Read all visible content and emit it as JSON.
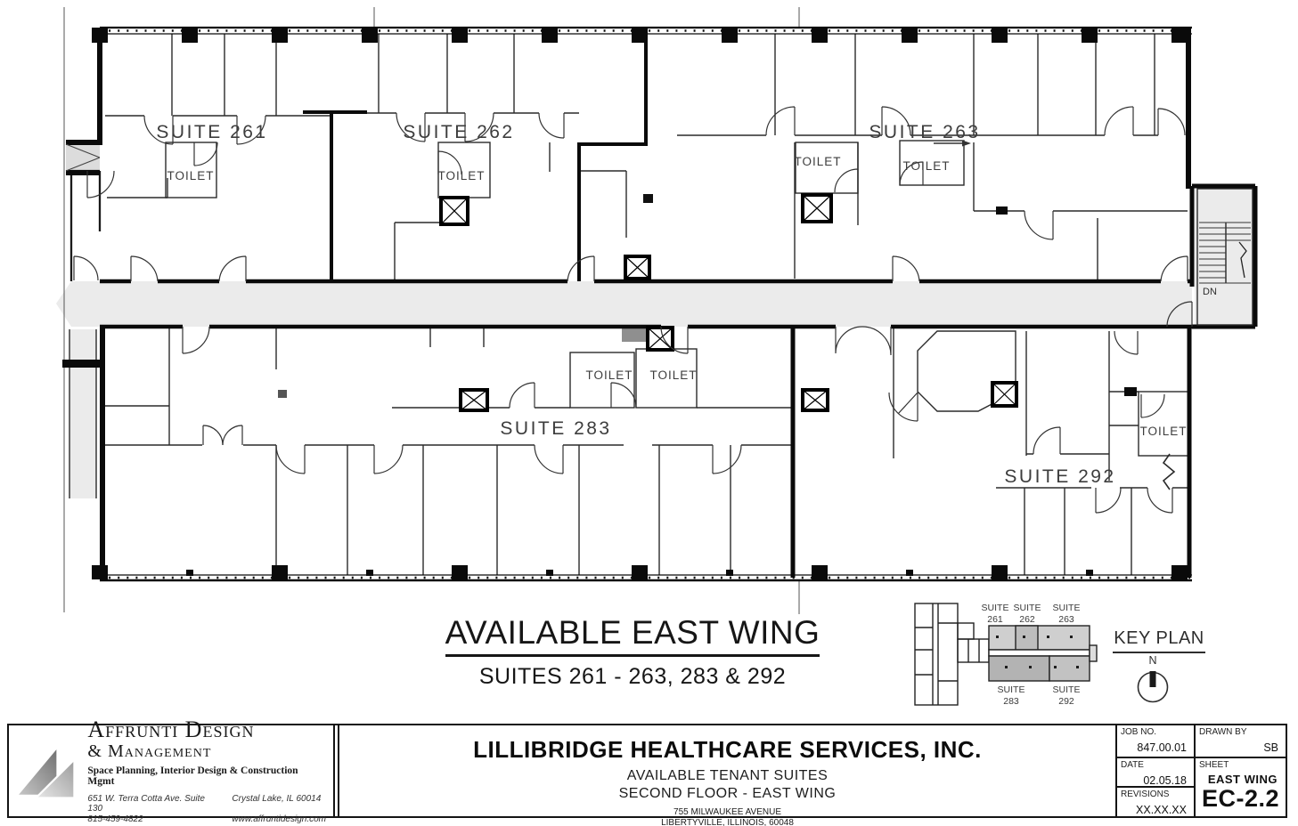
{
  "plan": {
    "suites": [
      {
        "label": "SUITE 261"
      },
      {
        "label": "SUITE 262"
      },
      {
        "label": "SUITE 263"
      },
      {
        "label": "SUITE 283"
      },
      {
        "label": "SUITE 292"
      }
    ],
    "toilets": [
      "TOILET",
      "TOILET",
      "TOILET",
      "TOILET",
      "TOILET",
      "TOILET",
      "TOILET"
    ],
    "stair_label": "DN"
  },
  "title": {
    "heading": "AVAILABLE EAST WING",
    "subheading": "SUITES 261 - 263, 283 & 292"
  },
  "key_plan": {
    "title": "KEY PLAN",
    "north_label": "N",
    "suites": [
      {
        "line1": "SUITE",
        "line2": "261"
      },
      {
        "line1": "SUITE",
        "line2": "262"
      },
      {
        "line1": "SUITE",
        "line2": "263"
      },
      {
        "line1": "SUITE",
        "line2": "283"
      },
      {
        "line1": "SUITE",
        "line2": "292"
      }
    ]
  },
  "title_block": {
    "firm": {
      "name_line1": "Affrunti Design",
      "name_line2": "& Management",
      "tagline": "Space Planning, Interior Design & Construction Mgmt",
      "address": "651 W. Terra Cotta Ave. Suite 130",
      "city": "Crystal Lake, IL 60014",
      "phone": "815-459-4822",
      "website": "www.affruntidesign.com"
    },
    "project": {
      "client": "LILLIBRIDGE HEALTHCARE SERVICES, INC.",
      "line1": "AVAILABLE TENANT SUITES",
      "line2": "SECOND FLOOR - EAST WING",
      "address1": "755 MILWAUKEE AVENUE",
      "address2": "LIBERTYVILLE, ILLINOIS, 60048"
    },
    "meta": {
      "job_label": "JOB NO.",
      "job_value": "847.00.01",
      "drawn_label": "DRAWN BY",
      "drawn_value": "SB",
      "date_label": "DATE",
      "date_value": "02.05.18",
      "sheet_label": "SHEET",
      "sheet_name": "EAST WING",
      "sheet_number": "EC-2.2",
      "revisions_label": "REVISIONS",
      "revisions_value": "XX.XX.XX"
    }
  },
  "colors": {
    "corridor_gray": "#ebebeb",
    "line_black": "#141414",
    "label_gray": "#3d3d3d"
  }
}
